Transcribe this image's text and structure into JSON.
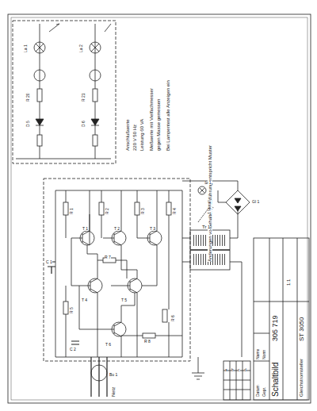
{
  "diagram": {
    "title": "Schaltbild",
    "labels": [
      "305 719",
      "ST 3050",
      "Gleichstromsteller",
      "Datum",
      "Name",
      "Gepr.",
      "Norm",
      "1:1",
      "Änderungen vorbehalten, Ausführung entspricht Muster",
      "Anschlußwerte",
      "220 V 50 Hz",
      "Leistung 60 VA",
      "Meßwerte mit Vielfachmesser",
      "gegen Masse gemessen",
      "Bei Lampentest alle Anzeigen ein",
      "La 1",
      "La 2",
      "R 20",
      "R 21",
      "D 5",
      "D 6",
      "T 1",
      "T 2",
      "T 3",
      "T 4",
      "T 5",
      "T 6",
      "R 1",
      "R 2",
      "R 3",
      "R 4",
      "R 5",
      "R 6",
      "R 7",
      "R 8",
      "C 1",
      "C 2",
      "Tr 1",
      "Gl 1",
      "Si 1",
      "1 Metall",
      "Netz",
      "Bu 1",
      "a",
      "b",
      "c",
      "d"
    ]
  }
}
